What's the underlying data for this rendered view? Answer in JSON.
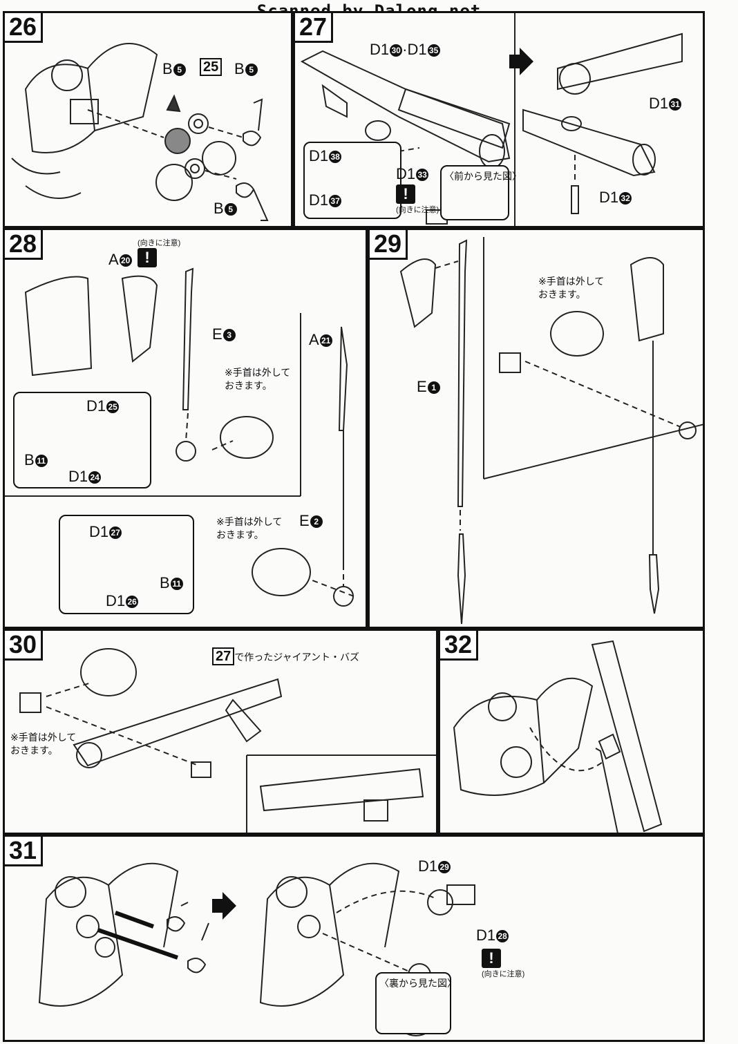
{
  "banner": "Scanned by Dalong.net",
  "steps": {
    "s26": {
      "no": "26",
      "b5a": "B",
      "b5b": "B",
      "b5c": "B",
      "n5": "5",
      "ref": "25"
    },
    "s27": {
      "no": "27",
      "top_label_1": "D1",
      "n30": "30",
      "dot": "·",
      "top_label_2": "D1",
      "n35": "35",
      "d138": "D1",
      "n38": "38",
      "d137": "D1",
      "n37": "37",
      "d133": "D1",
      "n33": "33",
      "warn_text": "(向きに注意)",
      "front_view": "〈前から見た図〉",
      "d131": "D1",
      "n31": "31",
      "d132": "D1",
      "n32": "32"
    },
    "s28": {
      "no": "28",
      "a20": "A",
      "n20": "20",
      "warn_text": "(向きに注意)",
      "e3": "E",
      "n3": "3",
      "a21": "A",
      "n21": "21",
      "e2": "E",
      "n2": "2",
      "d125": "D1",
      "n25": "25",
      "b11": "B",
      "n11": "11",
      "d124": "D1",
      "n24": "24",
      "d127": "D1",
      "n27": "27",
      "b11b": "B",
      "d126": "D1",
      "n26": "26",
      "note1": "※手首は外して",
      "note2": "おきます。"
    },
    "s29": {
      "no": "29",
      "e1": "E",
      "n1": "1",
      "note1": "※手首は外して",
      "note2": "おきます。"
    },
    "s30": {
      "no": "30",
      "ref": "27",
      "ref_text": "で作ったジャイアント・バズ",
      "note1": "※手首は外して",
      "note2": "おきます。"
    },
    "s31": {
      "no": "31",
      "d129": "D1",
      "n29": "29",
      "d128": "D1",
      "n28": "28",
      "warn_text": "(向きに注意)",
      "back_view": "〈裏から見た図〉"
    },
    "s32": {
      "no": "32"
    }
  },
  "warn_symbol": "!"
}
